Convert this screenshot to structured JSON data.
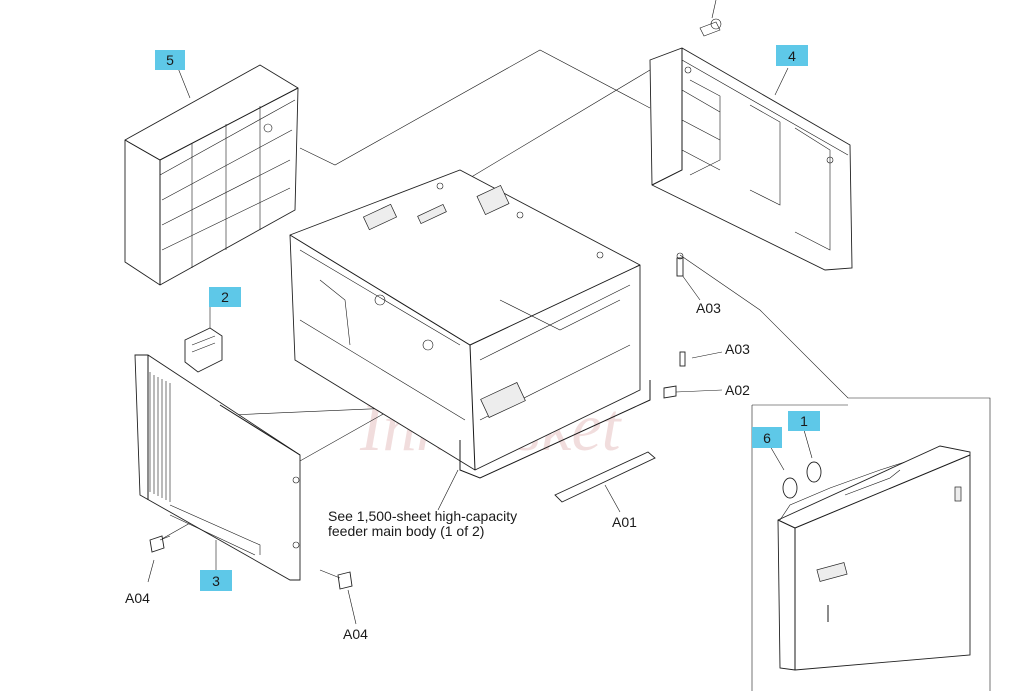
{
  "callouts": {
    "c1": "1",
    "c2": "2",
    "c3": "3",
    "c4": "4",
    "c5": "5",
    "c6": "6"
  },
  "labels": {
    "a03_upper": "A03",
    "a03_lower": "A03",
    "a02": "A02",
    "a01": "A01",
    "a04_left": "A04",
    "a04_right": "A04"
  },
  "note": {
    "line1": "See 1,500-sheet high-capacity",
    "line2": "feeder main body (1 of 2)"
  },
  "watermark": "Inkbasket",
  "colors": {
    "callout_fill": "#5ec8e8",
    "line": "#1a1a1a"
  }
}
